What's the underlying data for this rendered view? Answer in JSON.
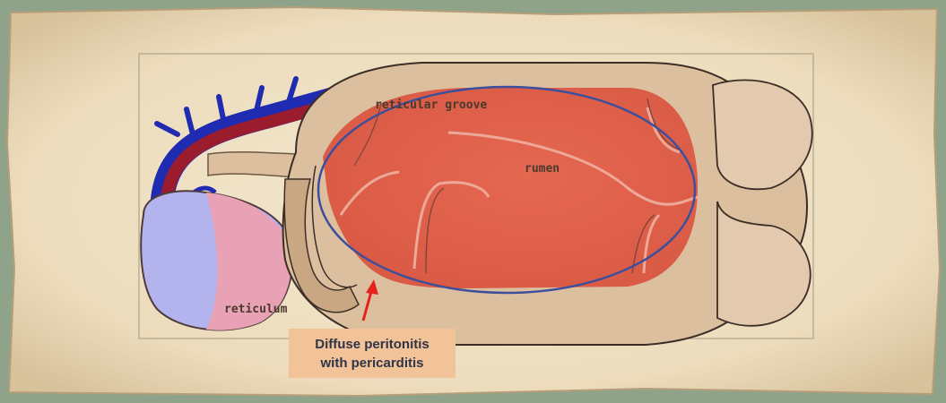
{
  "labels": {
    "reticular_groove": "reticular groove",
    "rumen": "rumen",
    "reticulum": "reticulum"
  },
  "callout": {
    "line1": "Diffuse peritonitis",
    "line2": "with pericarditis",
    "background": "#f2c399",
    "text_color": "#2f3447"
  },
  "colors": {
    "page_background": "#8fa38a",
    "parchment": "#efe0c2",
    "rumen_highlight": "#e2553c",
    "reticulum_blue": "#b3b3ee",
    "reticulum_pink": "#e9a2b5",
    "vessel_blue": "#1f2bb0",
    "vessel_red": "#9b1c2c",
    "ellipse_outline": "#3d4f9c",
    "arrow_red": "#e5231c",
    "stomach_tan": "#dcbf9f"
  },
  "icons": {
    "arrow": "red-arrow-up-icon"
  }
}
